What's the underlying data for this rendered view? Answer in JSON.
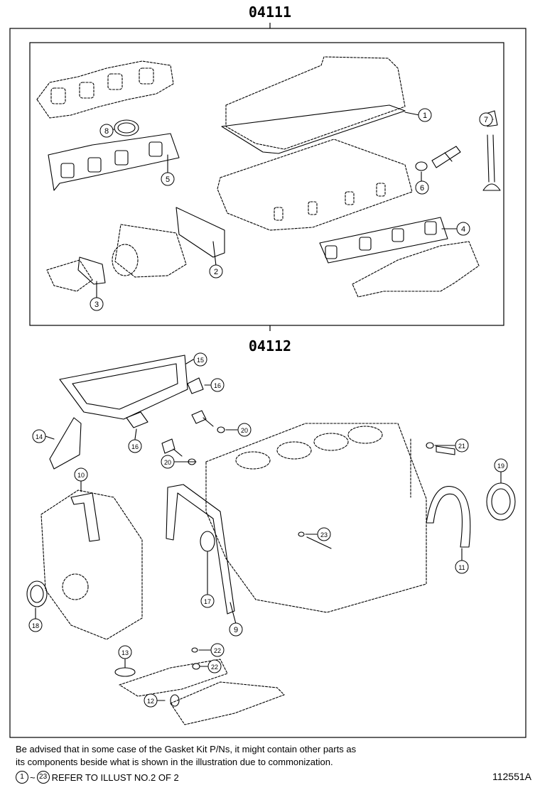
{
  "kits": {
    "top_code": "04111",
    "bottom_code": "04112"
  },
  "callouts": {
    "c1": "1",
    "c2": "2",
    "c3": "3",
    "c4": "4",
    "c5": "5",
    "c6": "6",
    "c7": "7",
    "c8": "8",
    "c9": "9",
    "c10": "10",
    "c11": "11",
    "c12": "12",
    "c13": "13",
    "c14": "14",
    "c15": "15",
    "c16a": "16",
    "c16b": "16",
    "c17": "17",
    "c18": "18",
    "c19": "19",
    "c20a": "20",
    "c20b": "20",
    "c21": "21",
    "c22a": "22",
    "c22b": "22",
    "c23": "23"
  },
  "notes": {
    "line1": "Be advised that in some case of the Gasket Kit P/Ns,  it might contain other parts as",
    "line2": "its components beside what is shown in the illustration due to commonization."
  },
  "footer": {
    "range_start": "1",
    "tilde": "~",
    "range_end": "23",
    "reference_text": "REFER TO ILLUST NO.2 OF 2",
    "figure_id": "112551A"
  }
}
